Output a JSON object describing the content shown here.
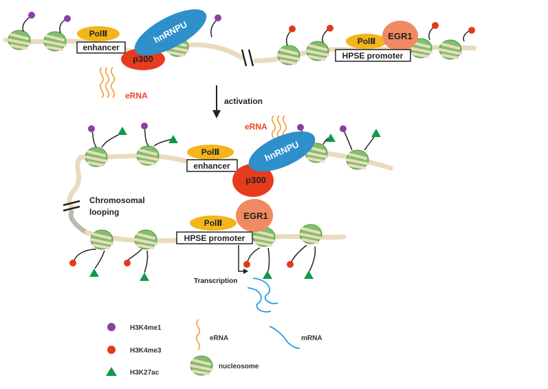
{
  "colors": {
    "dna": "#eadbbd",
    "dna_edge": "#d8c49c",
    "nucleosome": "#7fc06a",
    "nucleosome_dark": "#4f9a45",
    "h3k4me1": "#8b3fa6",
    "h3k4me3": "#e23a1b",
    "h3k27ac": "#0e9a4c",
    "pol": "#f4b41a",
    "hnrnpu": "#2e8fcb",
    "p300": "#e63b1c",
    "egr1": "#f08a62",
    "erna": "#f2a541",
    "mrna": "#2a9bd6"
  },
  "top": {
    "pol_enhancer": "PolⅡ",
    "enhancer": "enhancer",
    "hnrnpu": "hnRNPU",
    "p300": "p300",
    "erna": "eRNA",
    "pol_promoter": "PolⅡ",
    "egr1": "EGR1",
    "promoter": "HPSE promoter"
  },
  "activation": "activation",
  "bottom": {
    "erna": "eRNA",
    "pol_enhancer": "PolⅡ",
    "enhancer": "enhancer",
    "hnrnpu": "hnRNPU",
    "p300": "p300",
    "chromosomal_looping_1": "Chromosomal",
    "chromosomal_looping_2": "looping",
    "egr1": "EGR1",
    "pol_promoter": "PolⅡ",
    "promoter": "HPSE promoter",
    "transcription": "Transcription"
  },
  "legend": {
    "h3k4me1": "H3K4me1",
    "h3k4me3": "H3K4me3",
    "h3k27ac": "H3K27ac",
    "erna": "eRNA",
    "mrna": "mRNA",
    "nucleosome": "nucleosome"
  }
}
